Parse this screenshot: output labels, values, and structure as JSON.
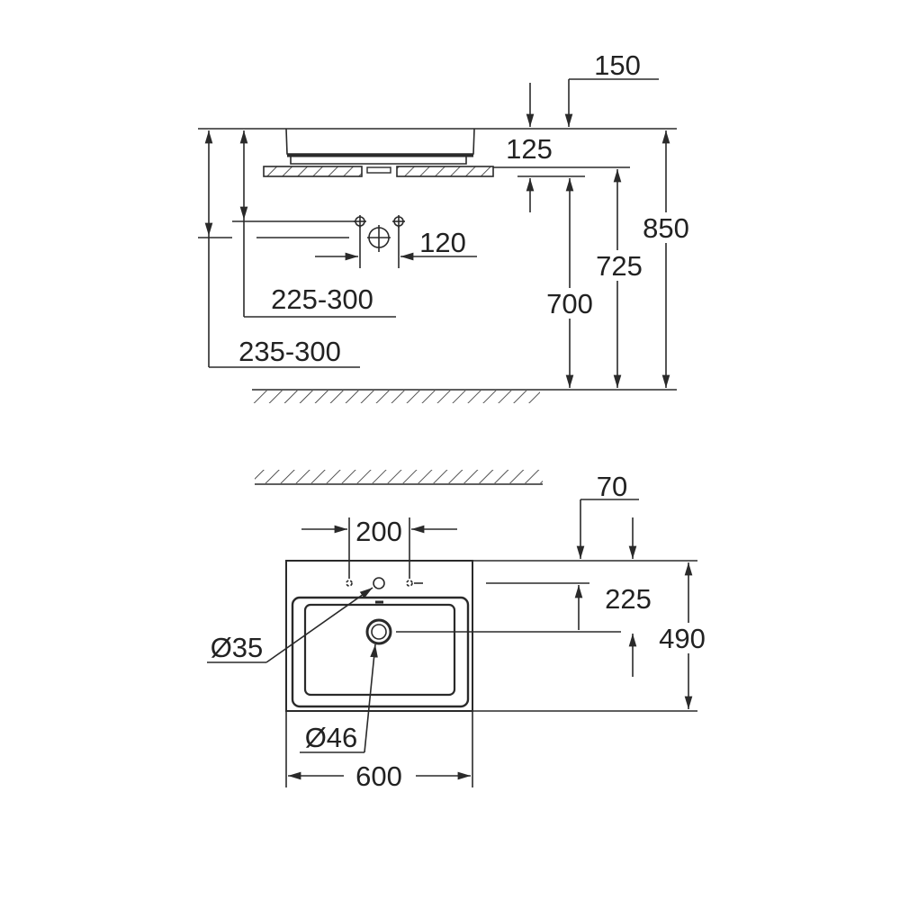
{
  "drawing": {
    "side_view": {
      "dim_150": "150",
      "dim_125": "125",
      "dim_850": "850",
      "dim_725": "725",
      "dim_700": "700",
      "dim_120": "120",
      "dim_225_300": "225-300",
      "dim_235_300": "235-300"
    },
    "top_view": {
      "dim_70": "70",
      "dim_200": "200",
      "dim_225": "225",
      "dim_490": "490",
      "dim_d35": "Ø35",
      "dim_d46": "Ø46",
      "dim_600": "600"
    },
    "colors": {
      "line": "#2a2a2a",
      "background": "#ffffff"
    }
  }
}
